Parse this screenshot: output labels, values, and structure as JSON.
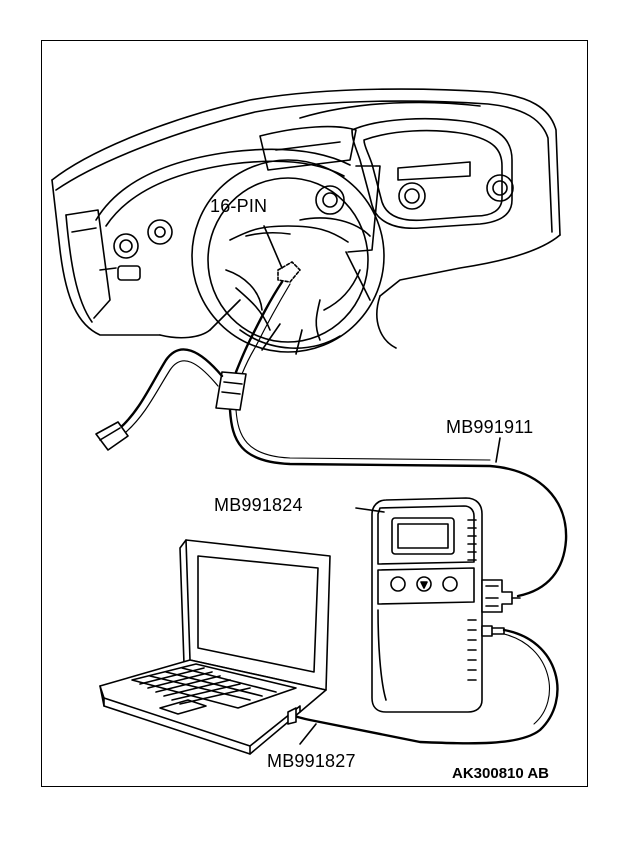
{
  "labels": {
    "connector": "16-PIN",
    "cable_main": "MB991911",
    "scan_tool": "MB991824",
    "usb_cable": "MB991827"
  },
  "figure_ref": "AK300810 AB"
}
